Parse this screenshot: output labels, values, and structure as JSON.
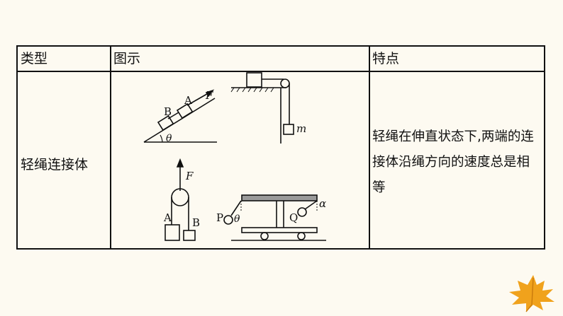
{
  "table": {
    "headers": [
      "类型",
      "图示",
      "特点"
    ],
    "row": {
      "type": "轻绳连接体",
      "feature": "轻绳在伸直状态下,两端的连接体沿绳方向的速度总是相等"
    }
  },
  "figure_labels": {
    "incline_top": "B",
    "incline_block_a": "A",
    "incline_force": "F",
    "incline_angle": "θ",
    "hanging_mass": "m",
    "pulley_force": "F",
    "pulley_block_a": "A",
    "pulley_block_b": "B",
    "car_ball_p": "P",
    "car_angle_theta": "θ",
    "car_ball_q": "Q",
    "car_angle_alpha": "α"
  },
  "colors": {
    "background": "#fdfaf1",
    "line": "#111111",
    "beam": "#9a9a9a",
    "leaf": "#f0a21c"
  }
}
